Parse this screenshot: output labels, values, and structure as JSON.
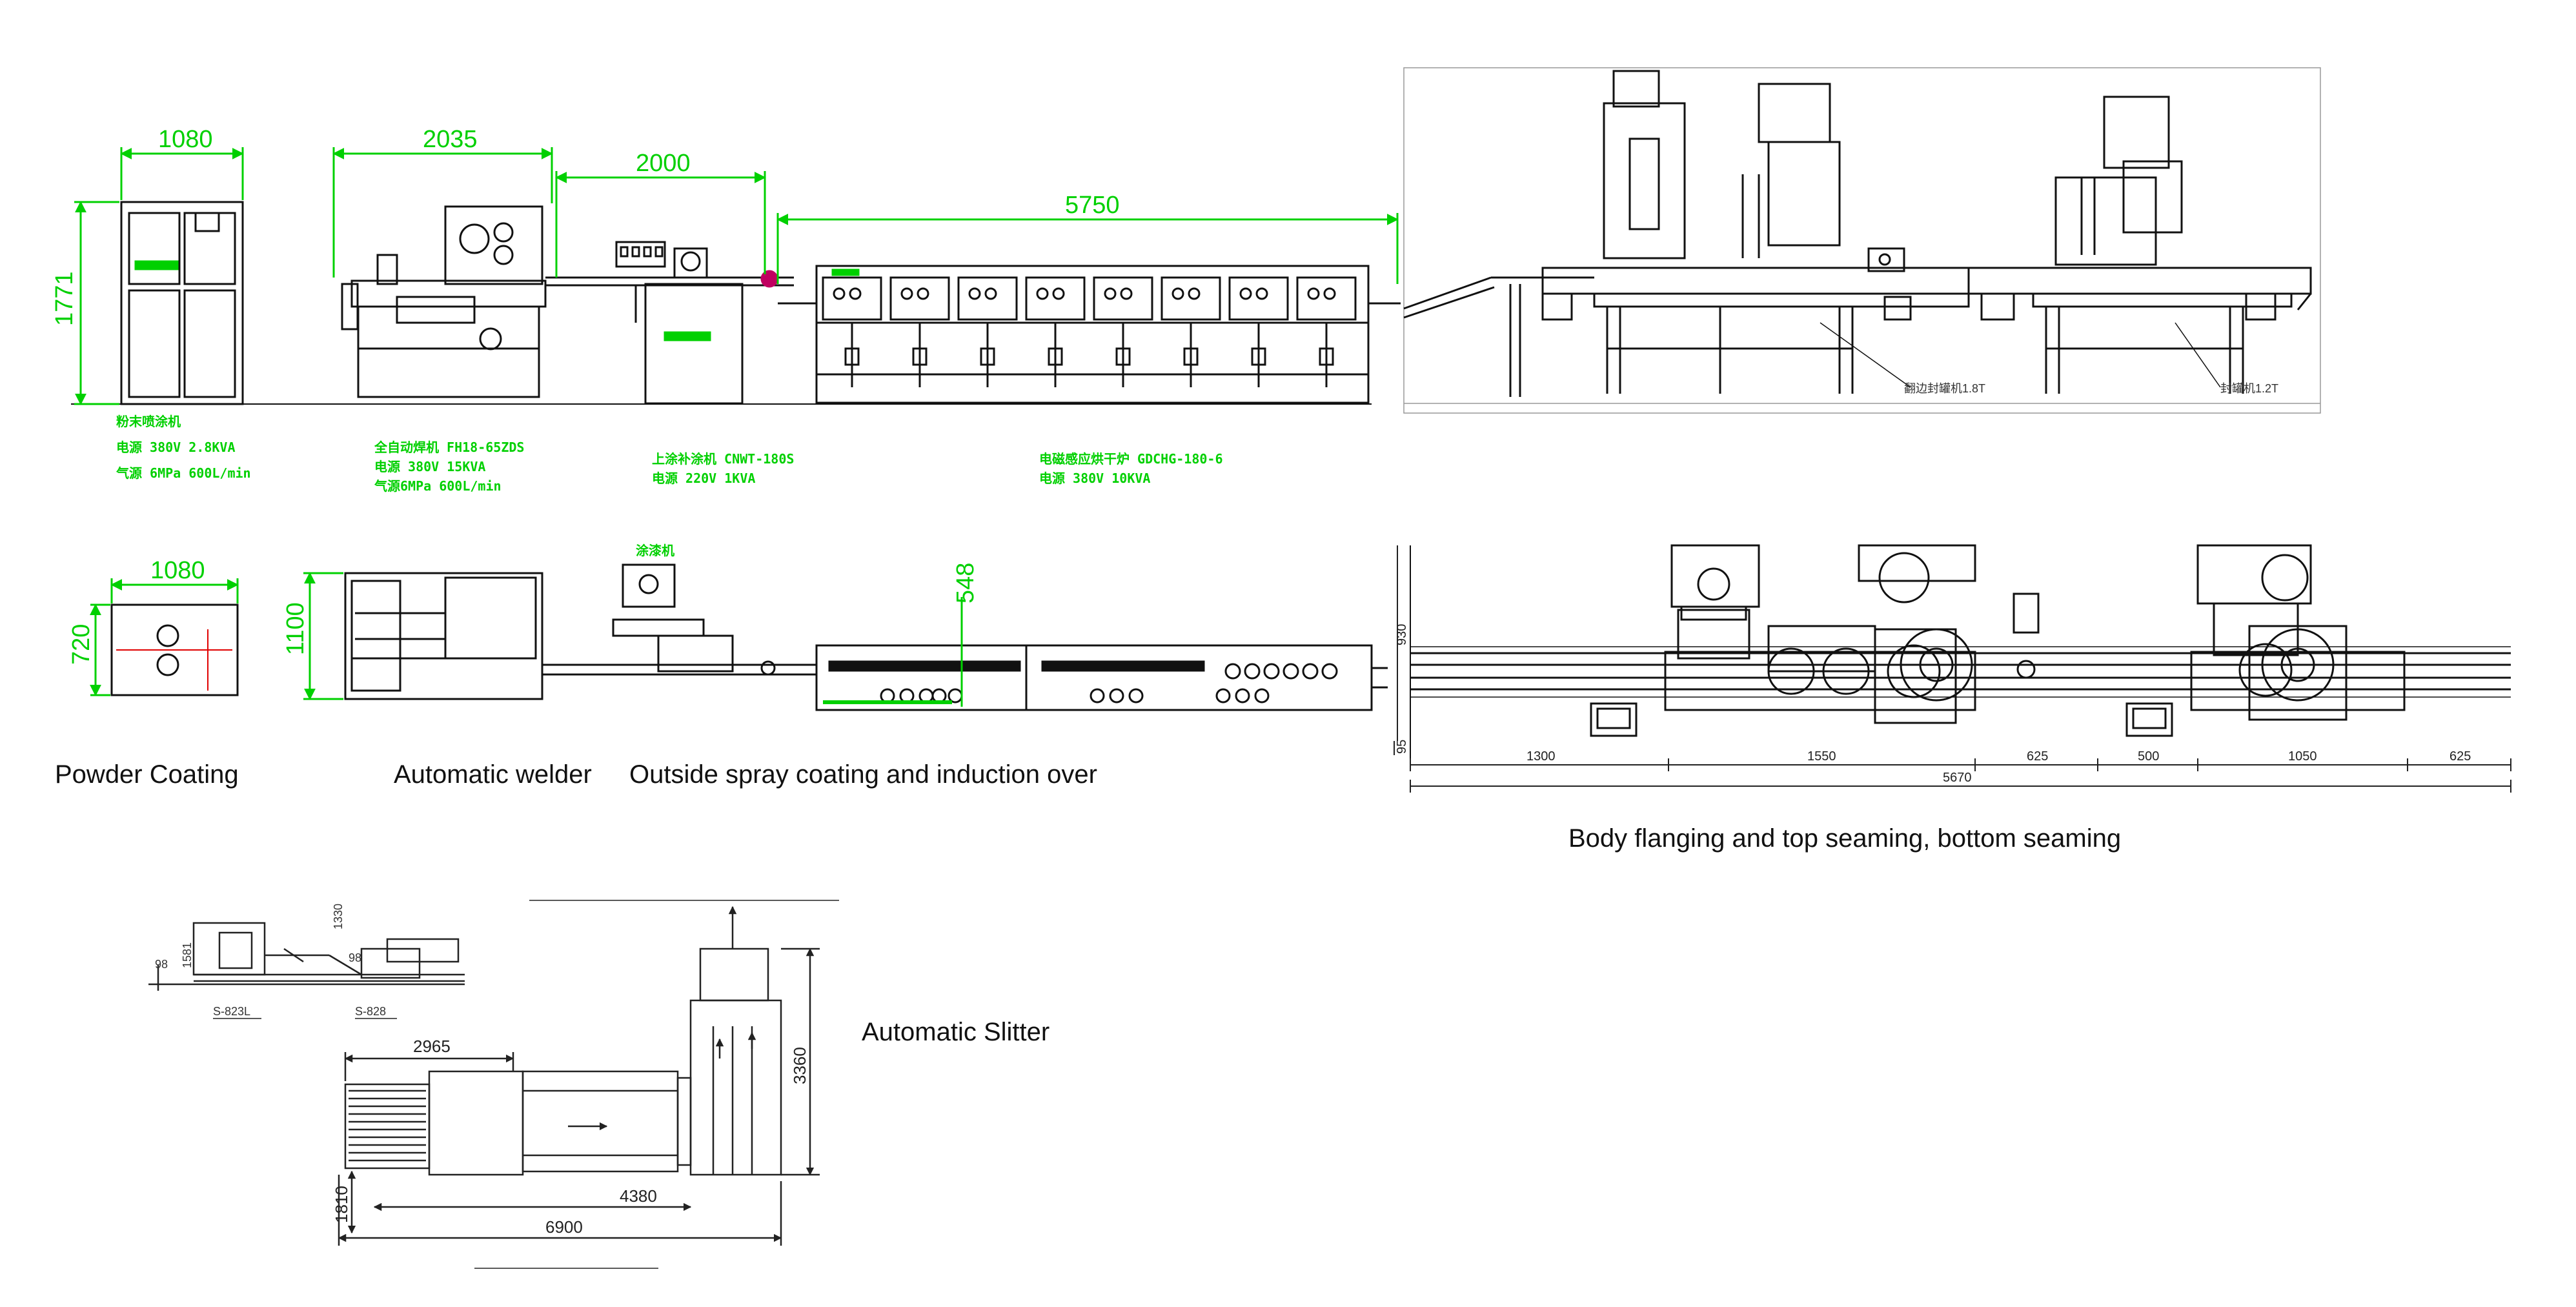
{
  "captions": {
    "powder_coating": "Powder Coating",
    "automatic_welder": "Automatic welder",
    "outside_spray": "Outside spray coating and induction over",
    "body_flanging": "Body flanging and top seaming, bottom seaming",
    "automatic_slitter": "Automatic Slitter"
  },
  "line_elevation": {
    "dims": {
      "d1080": "1080",
      "d2035": "2035",
      "d2000": "2000",
      "d5750": "5750",
      "d1771": "1771"
    },
    "specs": {
      "m1_title": "粉末喷涂机",
      "m1_l1": "电源 380V 2.8KVA",
      "m1_l2": "气源 6MPa 600L/min",
      "m2_l0": "全自动焊机 FH18-65ZDS",
      "m2_l1": "电源 380V 15KVA",
      "m2_l2": "气源6MPa 600L/min",
      "m3_l0": "上涂补涂机 CNWT-180S",
      "m3_l1": "电源 220V 1KVA",
      "m4_l0": "电磁感应烘干炉 GDCHG-180-6",
      "m4_l1": "电源 380V 10KVA"
    }
  },
  "line_plan": {
    "dims": {
      "d1080": "1080",
      "d720": "720",
      "d1100": "1100",
      "d548": "548"
    },
    "tag": "涂漆机"
  },
  "seamer_elevation": {
    "label1": "翻边封罐机1.8T",
    "label2": "封罐机1.2T"
  },
  "seamer_plan": {
    "dims": {
      "d1300": "1300",
      "d1550": "1550",
      "d625a": "625",
      "d500": "500",
      "d1050": "1050",
      "d625b": "625",
      "d5670": "5670",
      "d930": "930",
      "d95": "95"
    }
  },
  "slitter": {
    "dims": {
      "d2965": "2965",
      "d4380": "4380",
      "d6900": "6900",
      "d3360": "3360",
      "d1810": "1810",
      "d1581": "1581",
      "d1330": "1330",
      "d98a": "98",
      "d98b": "98"
    },
    "models": {
      "m1": "S-823L",
      "m2": "S-828"
    }
  },
  "colors": {
    "dim_green": "#00d000",
    "line_black": "#111111",
    "background": "#ffffff"
  }
}
